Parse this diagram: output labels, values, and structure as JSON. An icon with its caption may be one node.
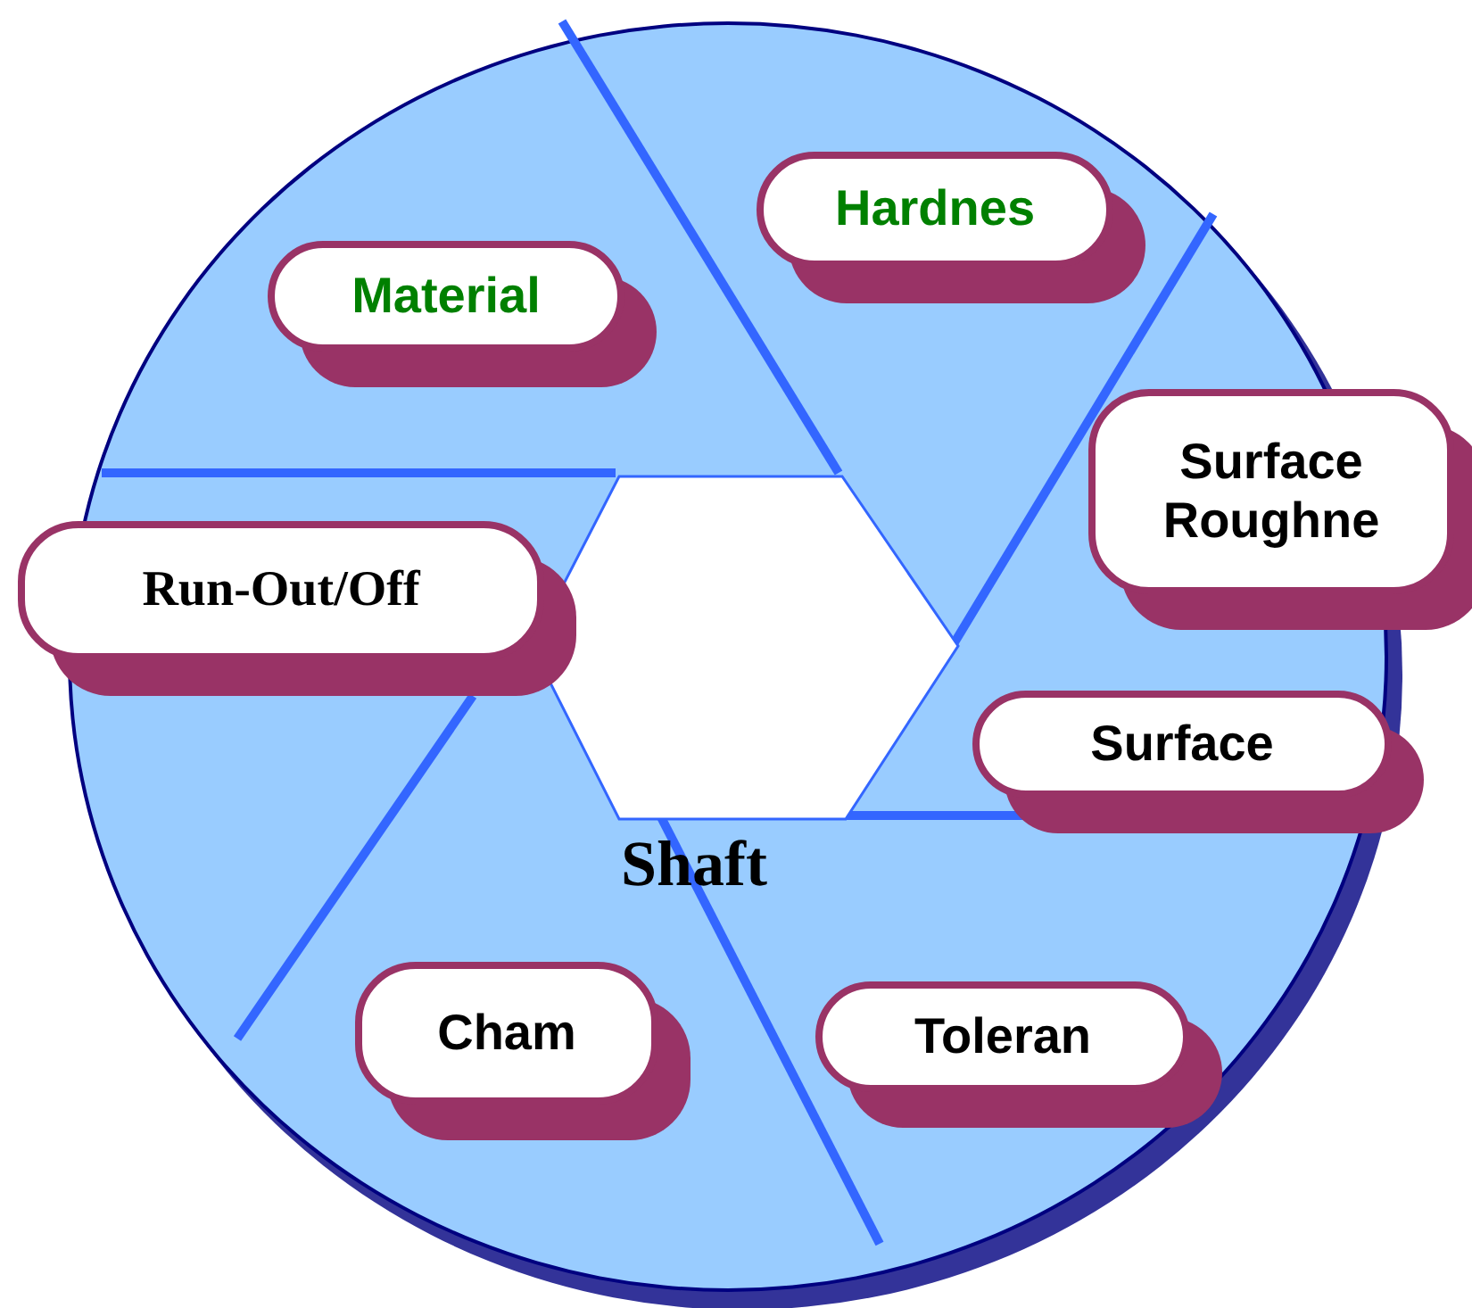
{
  "diagram": {
    "nodes": [
      {
        "text": [],
        "shape": "circle"
      },
      {
        "text": [
          "Shaft"
        ],
        "in": 0
      },
      {
        "text": [
          "Material"
        ],
        "in": 0
      },
      {
        "text": [
          "Hardnes"
        ],
        "in": 0
      },
      {
        "text": [
          "Surface Roughne"
        ]
      },
      {
        "text": [
          "Run-Out/Off"
        ]
      },
      {
        "text": [
          "Surface"
        ],
        "in": 0
      },
      {
        "text": [
          "Cham"
        ],
        "in": 0
      },
      {
        "text": [
          "Toleran"
        ],
        "in": 0
      }
    ],
    "edges": []
  }
}
